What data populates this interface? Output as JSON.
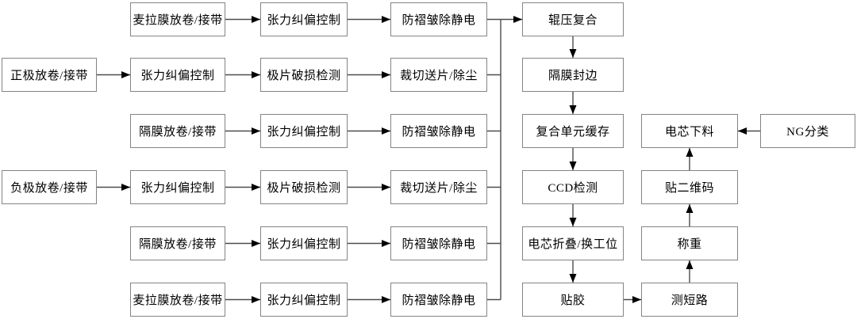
{
  "flowchart": {
    "rows": [
      {
        "name": "mylar-top",
        "cells": [
          "麦拉膜放卷/接带",
          "张力纠偏控制",
          "防褶皱除静电"
        ]
      },
      {
        "name": "cathode",
        "cells": [
          "正极放卷/接带",
          "张力纠偏控制",
          "极片破损检测",
          "裁切送片/除尘"
        ]
      },
      {
        "name": "separator-top",
        "cells": [
          "隔膜放卷/接带",
          "张力纠偏控制",
          "防褶皱除静电"
        ]
      },
      {
        "name": "anode",
        "cells": [
          "负极放卷/接带",
          "张力纠偏控制",
          "极片破损检测",
          "裁切送片/除尘"
        ]
      },
      {
        "name": "separator-bottom",
        "cells": [
          "隔膜放卷/接带",
          "张力纠偏控制",
          "防褶皱除静电"
        ]
      },
      {
        "name": "mylar-bottom",
        "cells": [
          "麦拉膜放卷/接带",
          "张力纠偏控制",
          "防褶皱除静电"
        ]
      }
    ],
    "process_column": [
      "辊压复合",
      "隔膜封边",
      "复合单元缓存",
      "CCD检测",
      "电芯折叠/换工位",
      "贴胶"
    ],
    "output_column": [
      "电芯下料",
      "贴二维码",
      "称重",
      "测短路"
    ],
    "ng_label": "NG分类",
    "colors": {
      "box_border": "#848484",
      "box_fill": "#ffffff",
      "line": "#4d4d4d",
      "arrow": "#000000",
      "text": "#000000",
      "background": "#ffffff"
    }
  }
}
